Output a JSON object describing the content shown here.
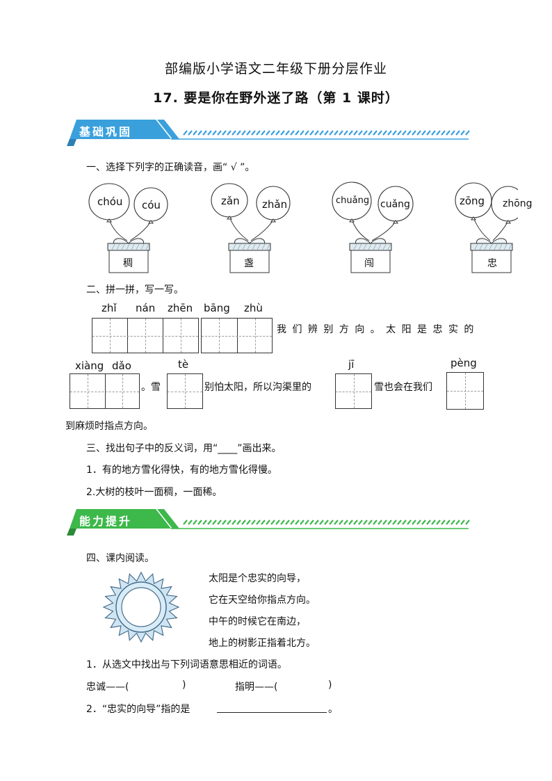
{
  "header": {
    "title": "部编版小学语文二年级下册分层作业",
    "subtitle": "17.  要是你在野外迷了路（第 1 课时）"
  },
  "sections": {
    "basic": "基础巩固",
    "advanced": "能力提升"
  },
  "q1": {
    "prompt": "一、选择下列字的正确读音，画“ √ ”。",
    "groups": [
      {
        "char": "稠",
        "options": [
          "chóu",
          "cóu"
        ]
      },
      {
        "char": "盏",
        "options": [
          "zǎn",
          "zhǎn"
        ]
      },
      {
        "char": "闯",
        "options": [
          "chuǎng",
          "cuǎng"
        ]
      },
      {
        "char": "忠",
        "options": [
          "zōng",
          "zhōng"
        ]
      }
    ]
  },
  "q2": {
    "prompt": "二、拼一拼，写一写。",
    "pinyin_row1": [
      "zhǐ",
      "nán",
      "zhēn",
      "bāng",
      "zhù"
    ],
    "text_row1": "我 们 辨 别 方 向 。 太 阳 是 忠 实 的",
    "pinyin_row2": [
      "xiàng",
      "dǎo",
      "tè",
      "jī",
      "pèng"
    ],
    "seg1": "。雪",
    "seg2": "别怕太阳，所以沟渠里的",
    "seg3": "雪也会在我们",
    "seg4": "到麻烦时指点方向。"
  },
  "q3": {
    "prompt": "三、找出句子中的反义词，用“____”画出来。",
    "items": [
      "1．有的地方雪化得快，有的地方雪化得慢。",
      "2.大树的枝叶一面稠，一面稀。"
    ]
  },
  "q4": {
    "prompt": "四、课内阅读。",
    "poem": [
      "太阳是个忠实的向导，",
      "它在天空给你指点方向。",
      "中午的时候它在南边，",
      "地上的树影正指着北方。"
    ],
    "sub1": "1．从选文中找出与下列词语意思相近的词语。",
    "pair1_label": "忠诚——(",
    "pair1_close": ")",
    "pair2_label": "指明——(",
    "pair2_close": ")",
    "sub2_label": "2．“忠实的向导”指的是",
    "sub2_end": "。"
  },
  "colors": {
    "blue_banner": "#3aa0dc",
    "green_banner": "#3db84a",
    "sun_fill": "#d8ecf8"
  }
}
